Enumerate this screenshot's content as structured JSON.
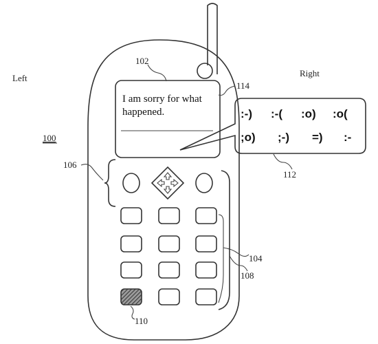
{
  "labels": {
    "left": "Left",
    "right": "Right",
    "device": "100",
    "screen": "102",
    "bubble_pointer": "114",
    "nav_group": "106",
    "bubble": "112",
    "keypad": "104",
    "side_keys": "108",
    "selected_key": "110"
  },
  "screen": {
    "line1": "I am sorry for what",
    "line2": "happened."
  },
  "emoticons": {
    "row1": [
      ":-)",
      ":-(",
      ":o)",
      ":o("
    ],
    "row2": [
      ";o)",
      ";-)",
      "=)",
      ":-"
    ]
  },
  "colors": {
    "stroke": "#333333",
    "selected_key_hatch": "#555555"
  }
}
